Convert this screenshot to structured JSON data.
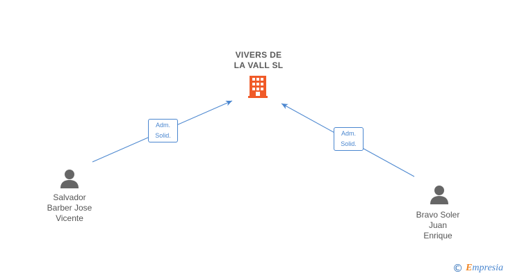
{
  "company": {
    "name_lines": [
      "VIVERS DE",
      "LA VALL SL"
    ],
    "icon": "building-icon",
    "icon_color": "#f05a28"
  },
  "people": [
    {
      "id": "salvador",
      "name_lines": [
        "Salvador",
        "Barber Jose",
        "Vicente"
      ],
      "icon": "person-icon"
    },
    {
      "id": "bravo",
      "name_lines": [
        "Bravo Soler",
        "Juan",
        "Enrique"
      ],
      "icon": "person-icon"
    }
  ],
  "relations": [
    {
      "from": "salvador",
      "to": "company",
      "label_lines": [
        "Adm.",
        "Solid."
      ]
    },
    {
      "from": "bravo",
      "to": "company",
      "label_lines": [
        "Adm.",
        "Solid."
      ]
    }
  ],
  "colors": {
    "edge": "#4a86cf",
    "person_icon": "#666666",
    "text": "#555555"
  },
  "watermark": {
    "symbol": "©",
    "first_letter": "E",
    "rest": "mpresia"
  }
}
